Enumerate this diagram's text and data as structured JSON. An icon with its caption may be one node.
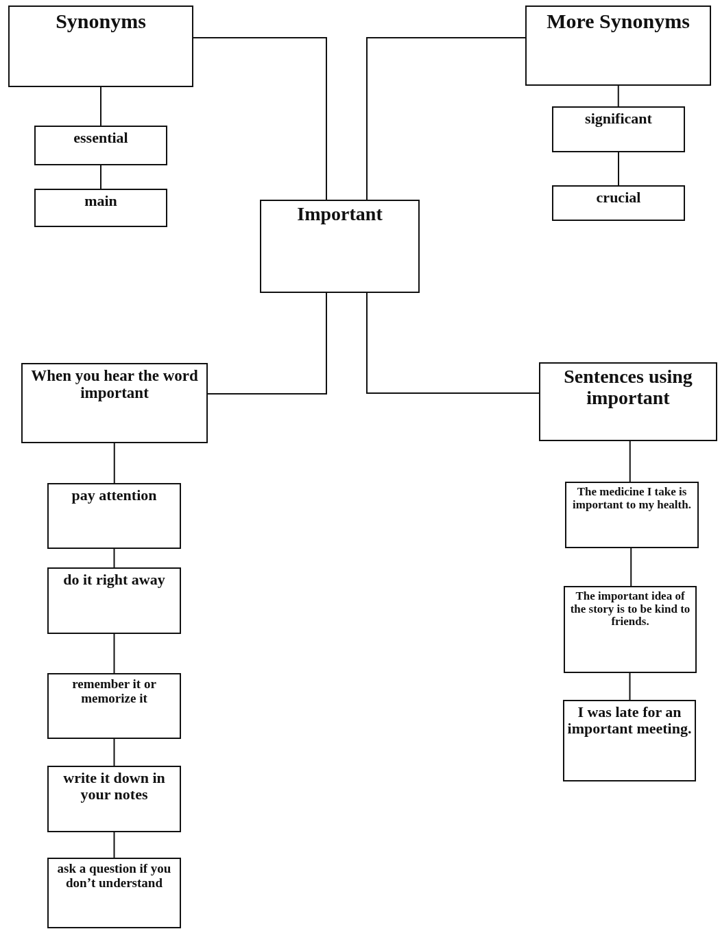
{
  "diagram": {
    "nodes": [
      {
        "text": [
          "Synonyms"
        ]
      },
      {
        "text": [
          "essential"
        ]
      },
      {
        "text": [
          "main"
        ]
      },
      {
        "text": [
          "More Synonyms"
        ]
      },
      {
        "text": [
          "significant"
        ]
      },
      {
        "text": [
          "crucial"
        ]
      },
      {
        "text": [
          "Important"
        ]
      },
      {
        "text": [
          "When you hear the word important"
        ]
      },
      {
        "text": [
          "pay attention"
        ]
      },
      {
        "text": [
          "do it right away"
        ]
      },
      {
        "text": [
          "remember it or memorize it"
        ]
      },
      {
        "text": [
          "write it down in your notes"
        ]
      },
      {
        "text": [
          "ask a question if you don’t understand"
        ]
      },
      {
        "text": [
          "Sentences using important"
        ]
      },
      {
        "text": [
          "The medicine I take is important to my health."
        ]
      },
      {
        "text": [
          "The important idea of the story is to be kind to friends."
        ]
      },
      {
        "text": [
          "I was late for an important meeting."
        ]
      }
    ],
    "edges": [
      {
        "from": 0,
        "to": 1,
        "arrow": "none"
      },
      {
        "from": 1,
        "to": 2,
        "arrow": "none"
      },
      {
        "from": 3,
        "to": 4,
        "arrow": "none"
      },
      {
        "from": 4,
        "to": 5,
        "arrow": "none"
      },
      {
        "from": 6,
        "to": 0,
        "arrow": "none"
      },
      {
        "from": 6,
        "to": 3,
        "arrow": "none"
      },
      {
        "from": 6,
        "to": 7,
        "arrow": "none"
      },
      {
        "from": 6,
        "to": 13,
        "arrow": "none"
      },
      {
        "from": 7,
        "to": 8,
        "arrow": "none"
      },
      {
        "from": 8,
        "to": 9,
        "arrow": "none"
      },
      {
        "from": 9,
        "to": 10,
        "arrow": "none"
      },
      {
        "from": 10,
        "to": 11,
        "arrow": "none"
      },
      {
        "from": 11,
        "to": 12,
        "arrow": "none"
      },
      {
        "from": 13,
        "to": 14,
        "arrow": "none"
      },
      {
        "from": 14,
        "to": 15,
        "arrow": "none"
      },
      {
        "from": 15,
        "to": 16,
        "arrow": "none"
      }
    ]
  }
}
